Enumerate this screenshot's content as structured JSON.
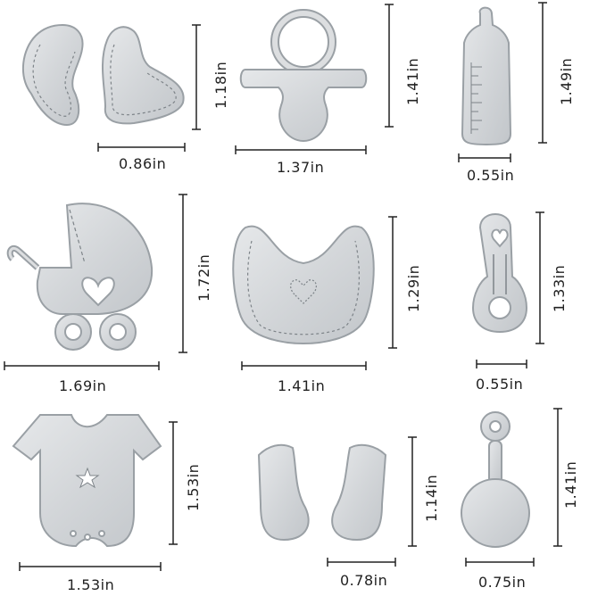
{
  "items": [
    {
      "name": "baby-feet",
      "width": "0.86in",
      "height": "1.18in"
    },
    {
      "name": "pacifier",
      "width": "1.37in",
      "height": "1.41in"
    },
    {
      "name": "baby-bottle",
      "width": "0.55in",
      "height": "1.49in"
    },
    {
      "name": "baby-carriage",
      "width": "1.69in",
      "height": "1.72in"
    },
    {
      "name": "bib",
      "width": "1.41in",
      "height": "1.29in"
    },
    {
      "name": "safety-pin",
      "width": "0.55in",
      "height": "1.33in"
    },
    {
      "name": "onesie",
      "width": "1.53in",
      "height": "1.53in"
    },
    {
      "name": "socks",
      "width": "0.78in",
      "height": "1.14in"
    },
    {
      "name": "rattle",
      "width": "0.75in",
      "height": "1.41in"
    }
  ],
  "colors": {
    "metal": "#d6d8da",
    "metal_edge": "#9aa0a5",
    "stitch": "#7d8388",
    "ruler": "#222222"
  }
}
